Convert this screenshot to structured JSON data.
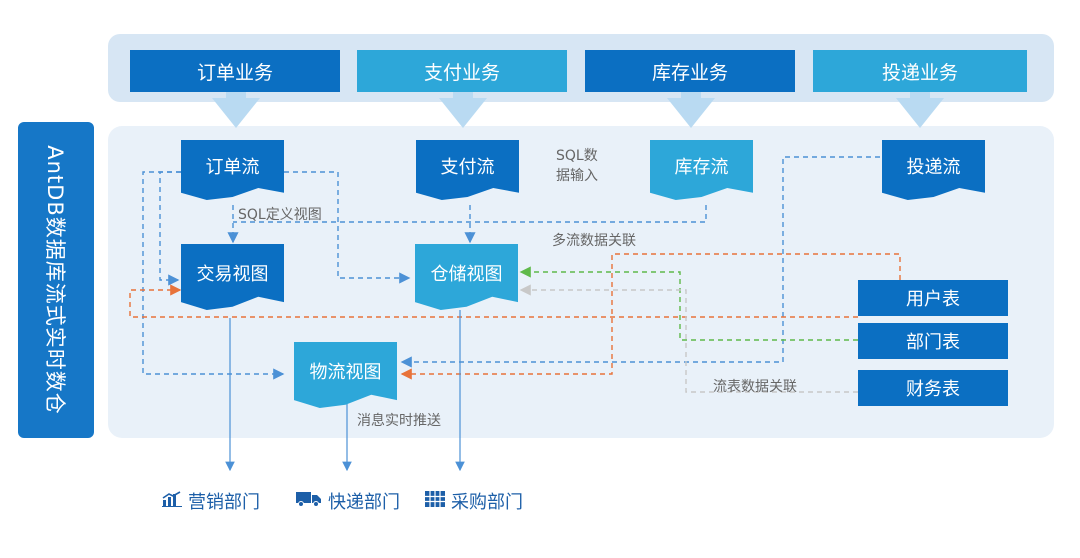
{
  "side_title": "AntDB数据库流式实时数仓",
  "business": [
    "订单业务",
    "支付业务",
    "库存业务",
    "投递业务"
  ],
  "streams": [
    "订单流",
    "支付流",
    "库存流",
    "投递流"
  ],
  "views": [
    "交易视图",
    "仓储视图",
    "物流视图"
  ],
  "tables": [
    "用户表",
    "部门表",
    "财务表"
  ],
  "notes": {
    "sql_input": "SQL数\n据输入",
    "sql_view": "SQL定义视图",
    "multi_stream": "多流数据关联",
    "stream_table": "流表数据关联",
    "push": "消息实时推送"
  },
  "departments": [
    {
      "icon": "chart-icon",
      "label": "营销部门"
    },
    {
      "icon": "truck-icon",
      "label": "快递部门"
    },
    {
      "icon": "grid-icon",
      "label": "采购部门"
    }
  ],
  "colors": {
    "dark_blue": "#0b6fc2",
    "light_blue": "#2da7d9",
    "orange": "#e8733a",
    "green": "#5fb94a",
    "gray": "#c8c8c8",
    "link_blue": "#4c91d6"
  }
}
